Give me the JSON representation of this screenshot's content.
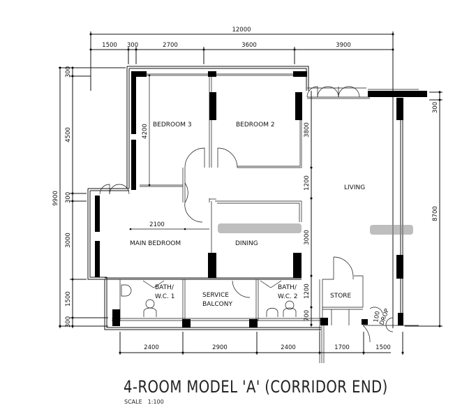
{
  "plan": {
    "title": "4-ROOM MODEL 'A' (CORRIDOR END)",
    "scale_label": "SCALE",
    "scale_value": "1:100",
    "rooms": {
      "bedroom3": "BEDROOM 3",
      "bedroom2": "BEDROOM 2",
      "living": "LIVING",
      "main_bedroom": "MAIN BEDROOM",
      "dining": "DINING",
      "bath1_line1": "BATH/",
      "bath1_line2": "W.C. 1",
      "service_line1": "SERVICE",
      "service_line2": "BALCONY",
      "bath2_line1": "BATH/",
      "bath2_line2": "W.C. 2",
      "store": "STORE",
      "drop_line1": "100",
      "drop_line2": "DROP"
    },
    "dimensions": {
      "top_total": "12000",
      "top_segments": [
        "1500",
        "300",
        "2700",
        "3600",
        "3900"
      ],
      "left_total": "9900",
      "left_segments": [
        "300",
        "4500",
        "300",
        "3000",
        "1500",
        "300"
      ],
      "bottom_segments": [
        "2400",
        "2900",
        "2400",
        "1700",
        "1500"
      ],
      "right_total": "8700",
      "right_top": "300",
      "inner_vertical": [
        "3800",
        "1200",
        "3000",
        "1200",
        "700"
      ],
      "bedroom3_height": "4200",
      "main_bedroom_width": "2100"
    }
  }
}
